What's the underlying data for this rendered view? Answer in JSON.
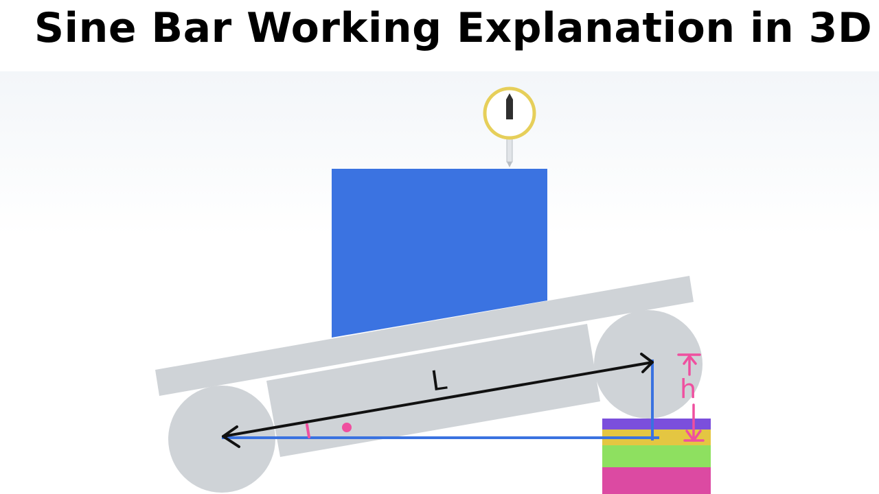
{
  "title": "Sine Bar Working Explanation in 3D",
  "labels": {
    "length": "L",
    "height": "h"
  },
  "colors": {
    "workpiece": "#3b73e1",
    "sine_bar": "#cfd3d7",
    "rollers": "#cfd3d7",
    "dial_rim": "#e6cf5a",
    "dial_pointer": "#2f2f2f",
    "measure_lines": "#3a72e0",
    "annotation": "#ef4f9f",
    "slip_gauges": [
      "#7b4fdc",
      "#e4c642",
      "#8ee060",
      "#dc4aa2"
    ]
  },
  "icons": {
    "dial_indicator": "dial-indicator-icon"
  }
}
